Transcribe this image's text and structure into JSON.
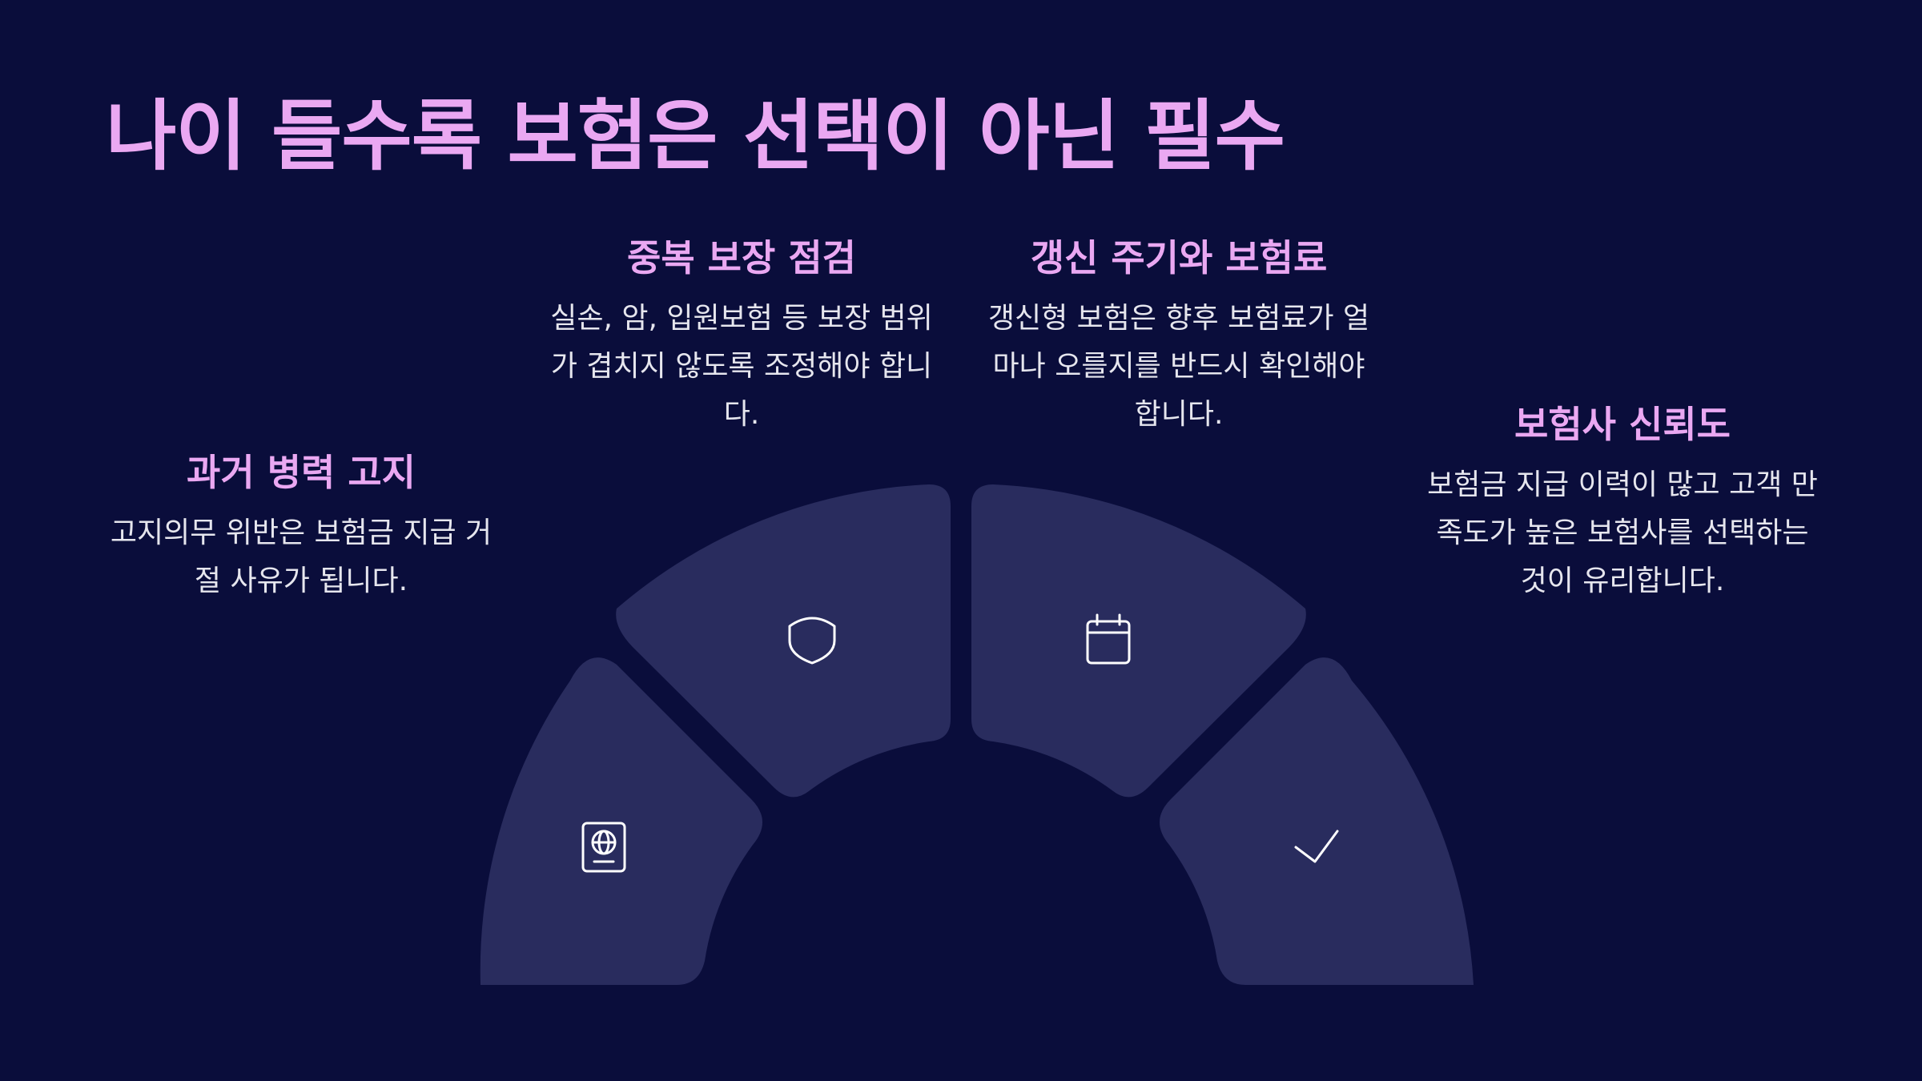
{
  "title": "나이 들수록 보험은 선택이 아닌 필수",
  "items": [
    {
      "heading": "과거 병력 고지",
      "body": "고지의무 위반은 보험금 지급 거절 사유가 됩니다.",
      "icon": "passport-icon"
    },
    {
      "heading": "중복 보장 점검",
      "body": "실손, 암, 입원보험 등 보장 범위가 겹치지 않도록 조정해야 합니다.",
      "icon": "shield-icon"
    },
    {
      "heading": "갱신 주기와 보험료",
      "body": "갱신형 보험은 향후 보험료가 얼마나 오를지를 반드시 확인해야 합니다.",
      "icon": "calendar-icon"
    },
    {
      "heading": "보험사 신뢰도",
      "body": "보험금 지급 이력이 많고 고객 만족도가 높은 보험사를 선택하는 것이 유리합니다.",
      "icon": "check-icon"
    }
  ],
  "colors": {
    "background": "#0a0d3b",
    "accent": "#eaa8f2",
    "segment": "#292c5e"
  }
}
